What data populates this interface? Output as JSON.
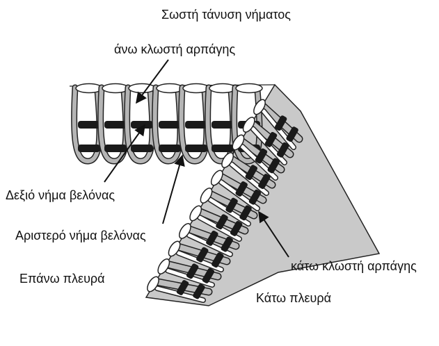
{
  "diagram": {
    "title": "Σωστή τάνυση νήματος",
    "labels": {
      "upper_looper": "άνω κλωστή αρπάγης",
      "right_needle": "Δεξιό νήμα βελόνας",
      "left_needle": "Αριστερό νήμα βελόνας",
      "top_side": "Επάνω πλευρά",
      "lower_looper": "κάτω κλωστή αρπάγης",
      "bottom_side": "Κάτω πλευρά"
    },
    "colors": {
      "fabric": "#c9c9c9",
      "thread_dark": "#1a1a1a",
      "thread_light": "#ffffff",
      "outline": "#222222"
    }
  }
}
